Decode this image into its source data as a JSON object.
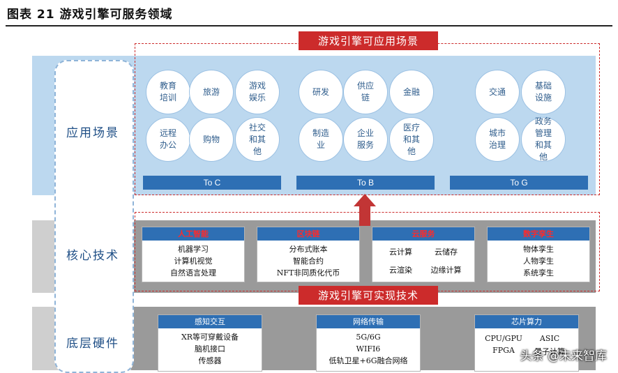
{
  "title": "图表 21 游戏引擎可服务领域",
  "rows": {
    "application": "应用场景",
    "core": "核心技术",
    "hardware": "底层硬件"
  },
  "tags": {
    "top": "游戏引擎可应用场景",
    "middle": "游戏引擎可实现技术"
  },
  "segments": [
    "To C",
    "To B",
    "To G"
  ],
  "circles": {
    "toc": [
      "教育\n培训",
      "旅游",
      "游戏\n娱乐",
      "远程\n办公",
      "购物",
      "社交\n和其\n他"
    ],
    "tob": [
      "研发",
      "供应\n链",
      "金融",
      "制造\n业",
      "企业\n服务",
      "医疗\n和其\n他"
    ],
    "tog": [
      "交通",
      "基础\n设施",
      "城市\n治理",
      "政务\n管理\n和其\n他"
    ]
  },
  "core_cards": [
    {
      "head": "人工智能",
      "items": [
        "机器学习",
        "计算机视觉",
        "自然语言处理"
      ]
    },
    {
      "head": "区块链",
      "items": [
        "分布式账本",
        "智能合约",
        "NFT非同质化代币"
      ]
    },
    {
      "head": "云服务",
      "items": [
        "云计算",
        "云储存",
        "云渲染",
        "边缘计算"
      ]
    },
    {
      "head": "数字孪生",
      "items": [
        "物体孪生",
        "人物孪生",
        "系统孪生"
      ]
    }
  ],
  "hw_cards": [
    {
      "head": "感知交互",
      "items": [
        "XR等可穿戴设备",
        "脑机接口",
        "传感器"
      ]
    },
    {
      "head": "网络传输",
      "items": [
        "5G/6G",
        "WIFI6",
        "低轨卫星+6G融合网络"
      ]
    },
    {
      "head": "芯片算力",
      "items": [
        "CPU/GPU",
        "ASIC",
        "FPGA",
        "量子计算"
      ]
    }
  ],
  "watermark": "头条 @未来智库"
}
